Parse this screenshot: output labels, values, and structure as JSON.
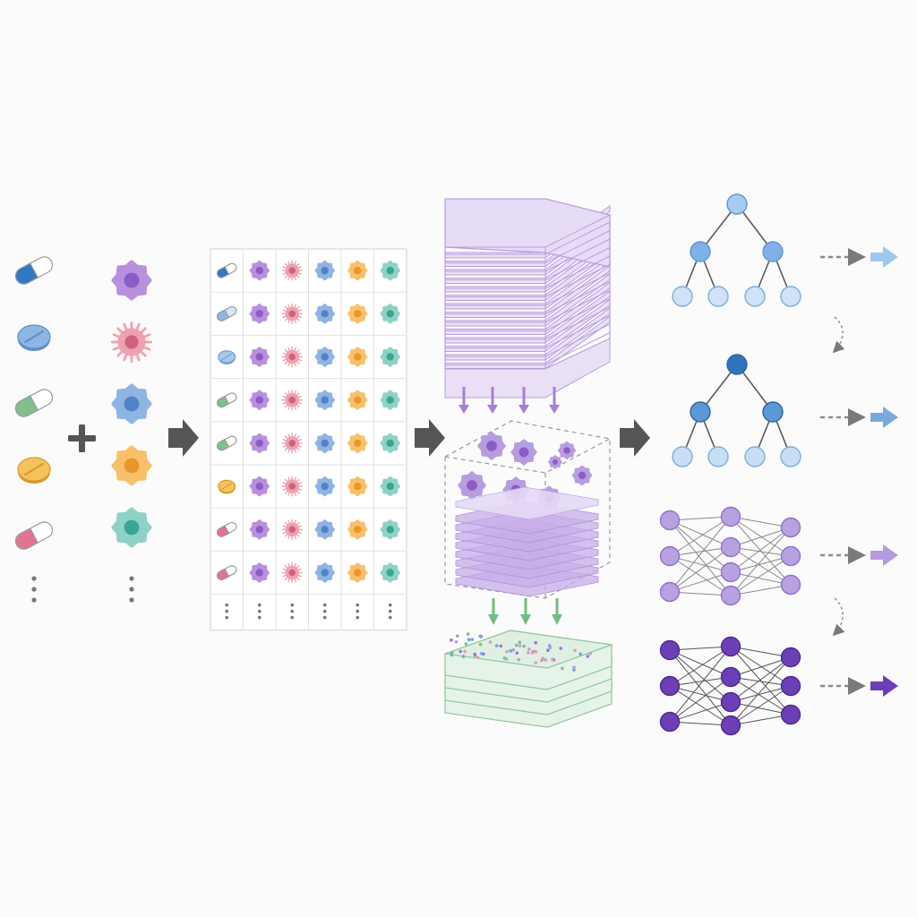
{
  "drugs": [
    {
      "kind": "capsule",
      "c1": "#2f78c4",
      "c2": "#ffffff"
    },
    {
      "kind": "tablet",
      "c1": "#8db6e2",
      "c2": "#5b8fca"
    },
    {
      "kind": "capsule",
      "c1": "#7ec08e",
      "c2": "#ffffff"
    },
    {
      "kind": "tablet",
      "c1": "#f4c35e",
      "c2": "#d9982b"
    },
    {
      "kind": "capsule",
      "c1": "#e4738f",
      "c2": "#ffffff"
    }
  ],
  "cells": [
    {
      "kind": "flower",
      "c1": "#b890de",
      "c2": "#8a5cc4"
    },
    {
      "kind": "spiky",
      "c1": "#eea2b0",
      "c2": "#d0617c"
    },
    {
      "kind": "flower",
      "c1": "#8fb4e4",
      "c2": "#4f83c8"
    },
    {
      "kind": "flower",
      "c1": "#f8c06a",
      "c2": "#eb962c"
    },
    {
      "kind": "flower",
      "c1": "#8ed2c6",
      "c2": "#3aa596"
    }
  ],
  "grid": {
    "row_drugs": [
      {
        "kind": "capsule",
        "c1": "#2f78c4",
        "c2": "#ffffff"
      },
      {
        "kind": "capsule",
        "c1": "#8db6e2",
        "c2": "#d7e6f6"
      },
      {
        "kind": "tablet",
        "c1": "#a8c8ea",
        "c2": "#6d9bd0"
      },
      {
        "kind": "capsule",
        "c1": "#7ec08e",
        "c2": "#ffffff"
      },
      {
        "kind": "capsule",
        "c1": "#7ec08e",
        "c2": "#ffffff"
      },
      {
        "kind": "tablet",
        "c1": "#f4c35e",
        "c2": "#d9982b"
      },
      {
        "kind": "capsule",
        "c1": "#e4738f",
        "c2": "#ffffff"
      },
      {
        "kind": "capsule",
        "c1": "#e4738f",
        "c2": "#ffffff"
      }
    ]
  },
  "colors": {
    "arrow": "#555555",
    "purple_light": "#e9e0f6",
    "purple_edge": "#b89ce0",
    "purple_arrow": "#a77fd6",
    "green_arrow": "#6fbf7f",
    "green_fill": "#dff0e2",
    "green_edge": "#8cc79a",
    "tree_light": "#a9ccee",
    "tree_mid": "#5d97d6",
    "tree_dark": "#2f73bd",
    "nn_light": "#b8a1e0",
    "nn_dark": "#6c3fb6"
  }
}
